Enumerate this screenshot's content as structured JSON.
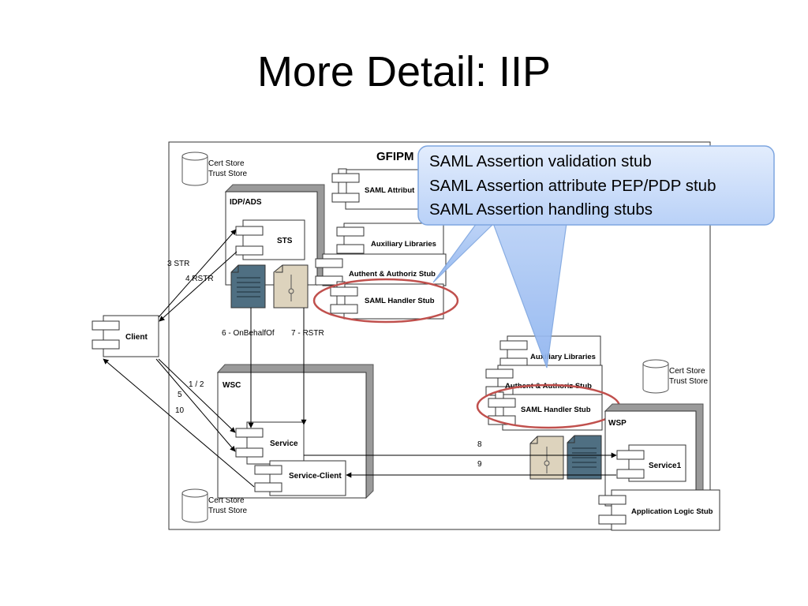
{
  "slide": {
    "title": "More Detail: IIP"
  },
  "diagram": {
    "frame_title": "GFIPM",
    "cert_store_top": {
      "line1": "Cert Store",
      "line2": "Trust Store"
    },
    "cert_store_bottom": {
      "line1": "Cert Store",
      "line2": "Trust Store"
    },
    "cert_store_right": {
      "line1": "Cert Store",
      "line2": "Trust Store"
    },
    "idp_ads": "IDP/ADS",
    "sts": "STS",
    "saml_attribute": "SAML Attribut",
    "aux_lib_top": "Auxiliary Libraries",
    "authent_top": "Authent & Authoriz Stub",
    "saml_handler_top": "SAML Handler Stub",
    "client": "Client",
    "wsc": "WSC",
    "service": "Service",
    "service_client": "Service-Client",
    "aux_lib_right": "Auxiliary Libraries",
    "authent_right": "Authent & Authoriz Stub",
    "saml_handler_right": "SAML Handler Stub",
    "wsp": "WSP",
    "service1": "Service1",
    "app_logic_stub": "Application Logic Stub",
    "arrows": {
      "str": "3 STR",
      "rstr4": "4 RSTR",
      "on_behalf": "6 - OnBehalfOf",
      "rstr7": "7 - RSTR",
      "step12": "1 / 2",
      "step5": "5",
      "step10": "10",
      "step8": "8",
      "step9": "9"
    }
  },
  "callout": {
    "lines": [
      "SAML Assertion validation stub",
      "SAML Assertion attribute PEP/PDP stub",
      "SAML Assertion handling stubs"
    ]
  },
  "colors": {
    "callout_fill": "#cfe0fb",
    "callout_stroke": "#7ea6e0",
    "oval": "#c0504d",
    "doc_dark": "#4f6f82",
    "doc_light": "#ddd3bd",
    "component_shadow": "#8c8c8c"
  }
}
